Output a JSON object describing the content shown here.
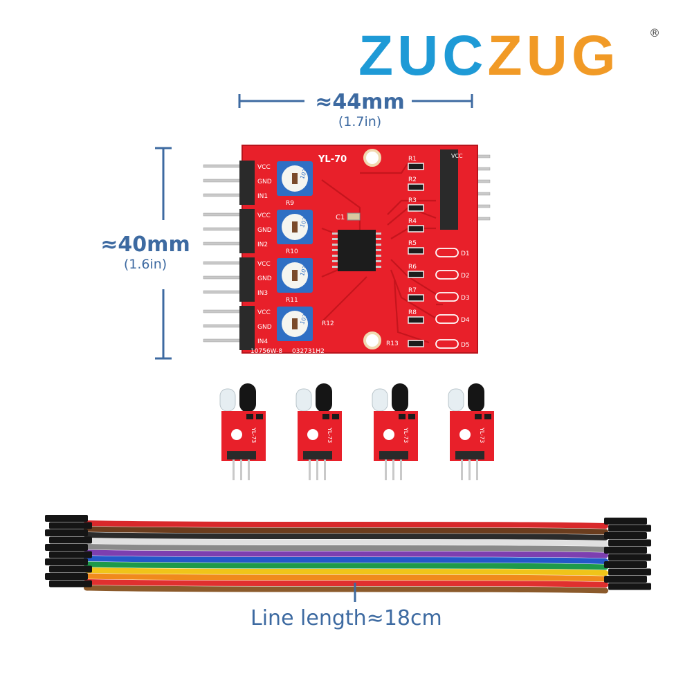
{
  "logo": {
    "part1": "ZUC",
    "part2": "ZUG",
    "registered": "®"
  },
  "width_dim": {
    "value": "≈44mm",
    "sub": "(1.7in)"
  },
  "height_dim": {
    "value": "≈40mm",
    "sub": "(1.6in)"
  },
  "board": {
    "model": "YL-70",
    "code_left": "10756W-8",
    "code_right": "032731H2",
    "left_pins": [
      "VCC",
      "GND",
      "IN1",
      "VCC",
      "GND",
      "IN2",
      "VCC",
      "GND",
      "IN3",
      "VCC",
      "GND",
      "IN4"
    ],
    "pot_labels": [
      "R9",
      "R10",
      "R11",
      "R12"
    ],
    "pot_marking": "103",
    "right_resistors": [
      "R1",
      "R2",
      "R3",
      "R4",
      "R5",
      "R6",
      "R7",
      "R8",
      "R13"
    ],
    "leds": [
      "D1",
      "D2",
      "D3",
      "D4",
      "D5"
    ],
    "cap": "C1",
    "right_pin_label": "VCC"
  },
  "sensor_module": {
    "label": "YL-73",
    "count": 4
  },
  "cable": {
    "label": "Line length≈18cm",
    "colors": [
      "#d8282b",
      "#6b3d1e",
      "#2b2b2b",
      "#e0e0e0",
      "#8a8a8a",
      "#7d3fb0",
      "#2458c9",
      "#1e9a4a",
      "#f0c419",
      "#f08a1c",
      "#e0302f",
      "#8b5a2b"
    ]
  },
  "colors": {
    "pcb": "#e8202a",
    "pot": "#2f6fc4",
    "dim": "#3d6aa1",
    "logo_blue": "#1e9ad6",
    "logo_orange": "#f19a26"
  }
}
